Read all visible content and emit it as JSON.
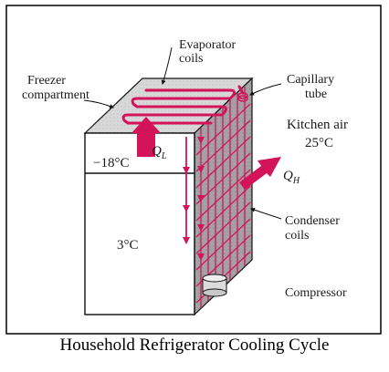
{
  "diagram": {
    "labels": {
      "evaporator_line1": "Evaporator",
      "evaporator_line2": "coils",
      "freezer_line1": "Freezer",
      "freezer_line2": "compartment",
      "capillary_line1": "Capillary",
      "capillary_line2": "tube",
      "kitchen_line1": "Kitchen air",
      "kitchen_line2": "25°C",
      "freezer_temp": "−18°C",
      "fridge_temp": "3°C",
      "condenser_line1": "Condenser",
      "condenser_line2": "coils",
      "compressor": "Compressor",
      "q_low": "Q",
      "q_low_sub": "L",
      "q_high": "Q",
      "q_high_sub": "H"
    },
    "colors": {
      "coil": "#d4145a",
      "arrow": "#d4145a",
      "cabinet_top": "#d9d9d9",
      "cabinet_side": "#9c9c9c",
      "frame": "#000000"
    }
  },
  "caption": "Household Refrigerator Cooling Cycle"
}
